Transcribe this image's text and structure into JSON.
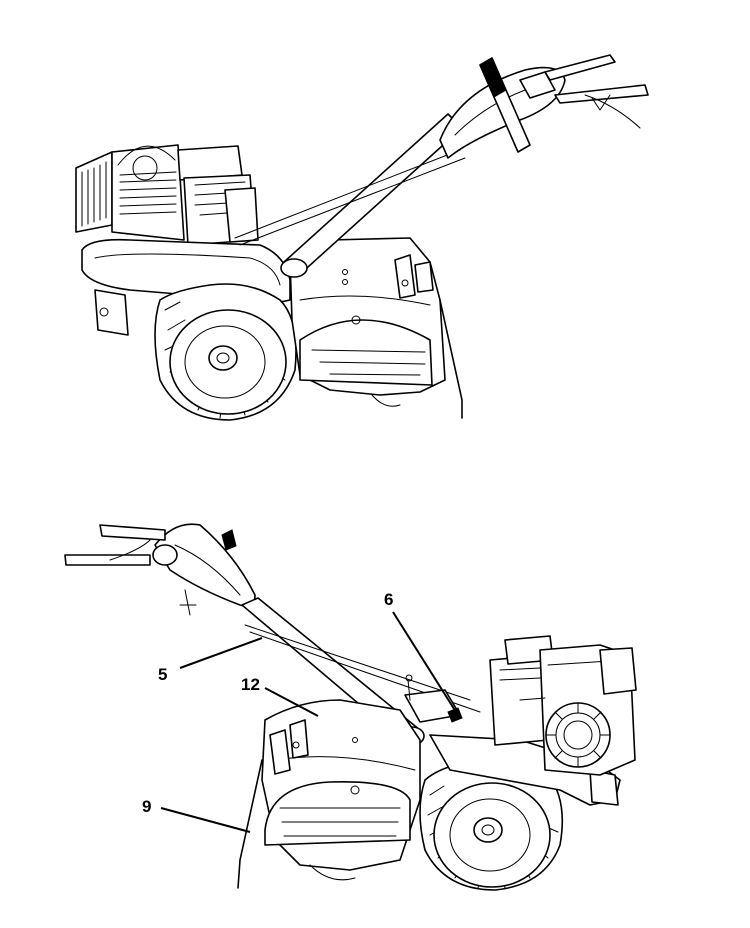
{
  "callouts": [
    {
      "id": "5",
      "label": "5"
    },
    {
      "id": "6",
      "label": "6"
    },
    {
      "id": "12",
      "label": "12"
    },
    {
      "id": "9",
      "label": "9"
    }
  ],
  "colors": {
    "line": "#000000",
    "background": "#ffffff"
  }
}
